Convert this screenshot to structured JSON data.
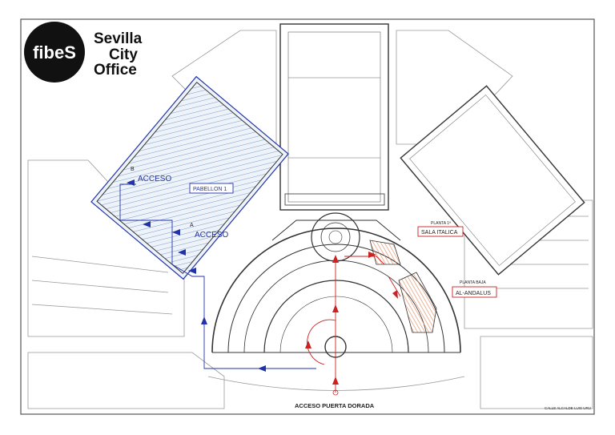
{
  "logo": {
    "circle_text": "fibeS",
    "line1": "Sevilla",
    "line2": "City",
    "line3": "Office"
  },
  "labels": {
    "pabellon": "PABELLON 1",
    "acceso_b_letter": "B",
    "acceso_b": "ACCESO",
    "acceso_a_letter": "A",
    "acceso_a": "ACCESO",
    "planta_1": "PLANTA 1ª",
    "sala_italica": "SALA ITALICA",
    "planta_baja": "PLANTA BAJA",
    "al_andalus": "AL-ANDALUS",
    "acceso_puerta_dorada": "ACCESO PUERTA DORADA",
    "street": "CALLE ALCALDE LUIS URU"
  },
  "colors": {
    "line": "#333333",
    "thin": "#888888",
    "blue": "#2233aa",
    "red": "#cc2222",
    "hatch_blue": "#7a9bc8",
    "hatch_red": "#e0875a"
  },
  "icons": {
    "logo": "fibes-logo-icon",
    "blue_arrow": "blue-arrow-icon",
    "red_arrow": "red-arrow-icon"
  }
}
